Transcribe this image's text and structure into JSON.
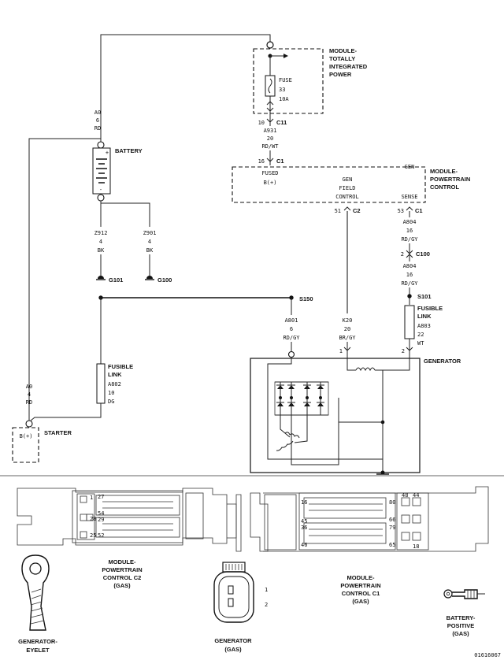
{
  "modules": {
    "tipm": [
      "MODULE-",
      "TOTALLY",
      "INTEGRATED",
      "POWER"
    ],
    "pcm": [
      "MODULE-",
      "POWERTRAIN",
      "CONTROL"
    ],
    "generator": "GENERATOR",
    "battery": "BATTERY",
    "starter": "STARTER"
  },
  "fuse": {
    "name": "FUSE",
    "number": "33",
    "rating": "10A"
  },
  "battery_terminals": {
    "pos": "+",
    "neg": "-"
  },
  "starter_terminal": "B(+)",
  "connectors": {
    "c11": {
      "pin": "10",
      "name": "C11"
    },
    "tipm_c1": {
      "pin": "16",
      "name": "C1"
    },
    "pcm_c2": {
      "pin": "51",
      "name": "C2"
    },
    "pcm_c1": {
      "pin": "53",
      "name": "C1"
    },
    "c100": {
      "pin": "2",
      "name": "C100"
    },
    "gen_pin1": "1",
    "gen_pin2": "2"
  },
  "pcm_pins": {
    "fused": [
      "FUSED",
      "B(+)"
    ],
    "field": [
      "GEN",
      "FIELD",
      "CONTROL"
    ],
    "sense": [
      "GEN",
      "SENSE"
    ]
  },
  "wires": {
    "a0_top": [
      "A0",
      "6",
      "RD"
    ],
    "a931": [
      "A931",
      "20",
      "RD/WT"
    ],
    "a804_upper": [
      "A804",
      "16",
      "RD/GY"
    ],
    "a804_lower": [
      "A804",
      "16",
      "RD/GY"
    ],
    "z912": [
      "Z912",
      "4",
      "BK"
    ],
    "z901": [
      "Z901",
      "4",
      "BK"
    ],
    "a801": [
      "A801",
      "6",
      "RD/GY"
    ],
    "k20": [
      "K20",
      "20",
      "BR/GY"
    ],
    "a803": [
      "A803",
      "22",
      "WT"
    ],
    "a0_bottom": [
      "A0",
      "4",
      "RD"
    ],
    "a802": [
      "A802",
      "10",
      "DG"
    ]
  },
  "grounds": {
    "g101": "G101",
    "g100": "G100"
  },
  "splices": {
    "s150": "S150",
    "s101": "S101"
  },
  "fusible_links": {
    "upper": [
      "FUSIBLE",
      "LINK"
    ],
    "lower": [
      "FUSIBLE",
      "LINK"
    ]
  },
  "connector_views": {
    "pcm_c2": [
      "MODULE-",
      "POWERTRAIN",
      "CONTROL C2",
      "(GAS)"
    ],
    "pcm_c1": [
      "MODULE-",
      "POWERTRAIN",
      "CONTROL C1",
      "(GAS)"
    ],
    "generator": [
      "GENERATOR",
      "(GAS)"
    ],
    "eyelet": [
      "GENERATOR-",
      "EYELET"
    ],
    "battery_positive": [
      "BATTERY-",
      "POSITIVE",
      "(GAS)"
    ]
  },
  "gen_connector_pins": [
    "1",
    "2"
  ],
  "c2_pin_nums": [
    "1",
    "27",
    "54",
    "28",
    "29",
    "25",
    "52"
  ],
  "c1_pin_nums": [
    "16",
    "45",
    "36",
    "46",
    "80",
    "66",
    "79",
    "65",
    "44",
    "48",
    "18"
  ],
  "figure_id": "01616067"
}
